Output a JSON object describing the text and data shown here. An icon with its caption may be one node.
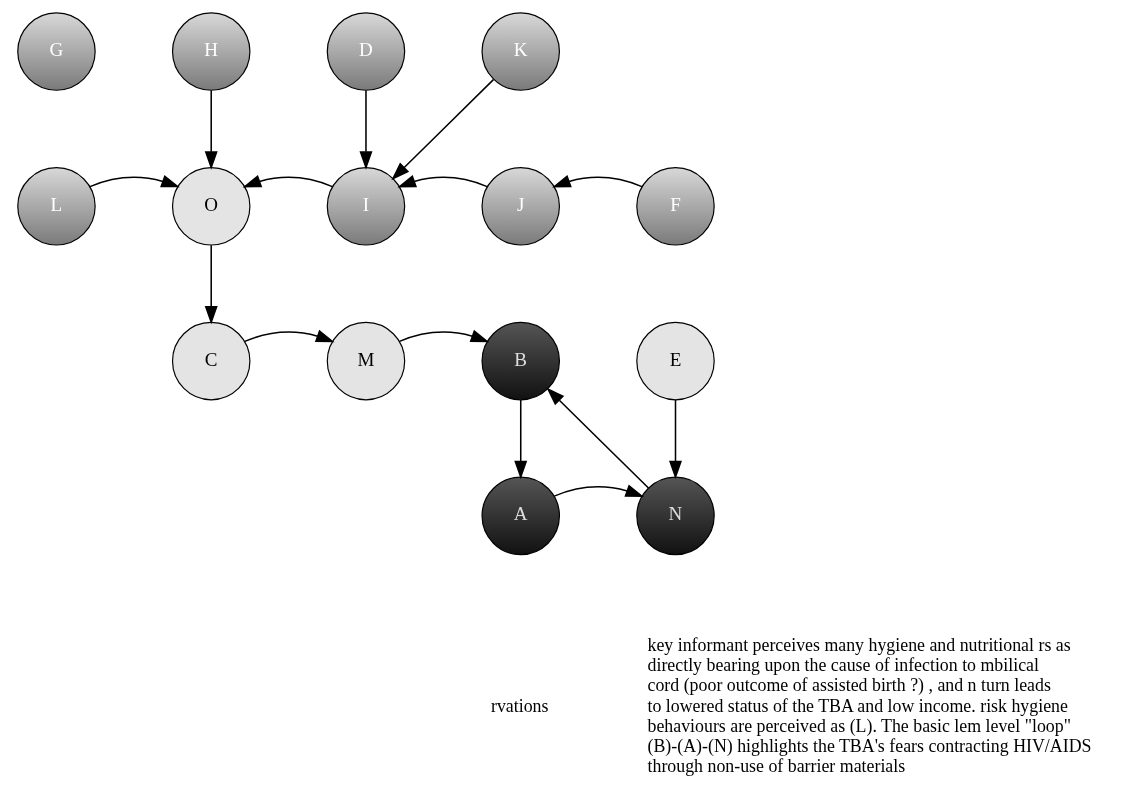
{
  "diagram": {
    "nodes": [
      {
        "text": [
          "G"
        ]
      },
      {
        "text": [
          "H"
        ]
      },
      {
        "text": [
          "D"
        ]
      },
      {
        "text": [
          "K"
        ]
      },
      {
        "text": [
          "L"
        ]
      },
      {
        "text": [
          "O"
        ]
      },
      {
        "text": [
          "I"
        ]
      },
      {
        "text": [
          "J"
        ]
      },
      {
        "text": [
          "F"
        ]
      },
      {
        "text": [
          "C"
        ]
      },
      {
        "text": [
          "M"
        ]
      },
      {
        "text": [
          "B"
        ]
      },
      {
        "text": [
          "E"
        ]
      },
      {
        "text": [
          "A"
        ]
      },
      {
        "text": [
          "N"
        ]
      }
    ],
    "edges": [
      {
        "from": 1,
        "to": 5,
        "arrow": "to"
      },
      {
        "from": 2,
        "to": 6,
        "arrow": "to"
      },
      {
        "from": 3,
        "to": 6,
        "arrow": "to"
      },
      {
        "from": 4,
        "to": 5,
        "arrow": "to"
      },
      {
        "from": 6,
        "to": 5,
        "arrow": "to"
      },
      {
        "from": 7,
        "to": 6,
        "arrow": "to"
      },
      {
        "from": 8,
        "to": 7,
        "arrow": "to"
      },
      {
        "from": 5,
        "to": 9,
        "arrow": "to"
      },
      {
        "from": 9,
        "to": 10,
        "arrow": "to"
      },
      {
        "from": 10,
        "to": 11,
        "arrow": "to"
      },
      {
        "from": 11,
        "to": 13,
        "arrow": "to"
      },
      {
        "from": 13,
        "to": 14,
        "arrow": "to"
      },
      {
        "from": 14,
        "to": 11,
        "arrow": "to"
      },
      {
        "from": 12,
        "to": 14,
        "arrow": "to"
      }
    ],
    "labels": [
      "rvations",
      "key informant perceives many hygiene and nutritional rs as directly bearing upon the cause of infection to mbilical cord (poor outcome of assisted birth ?) , and n turn leads to lowered status of the TBA and low income. risk hygiene behaviours are perceived as (L). The basic lem level \"loop\" (B)-(A)-(N) highlights the TBA's fears contracting HIV/AIDS through non-use of barrier materials"
    ]
  }
}
